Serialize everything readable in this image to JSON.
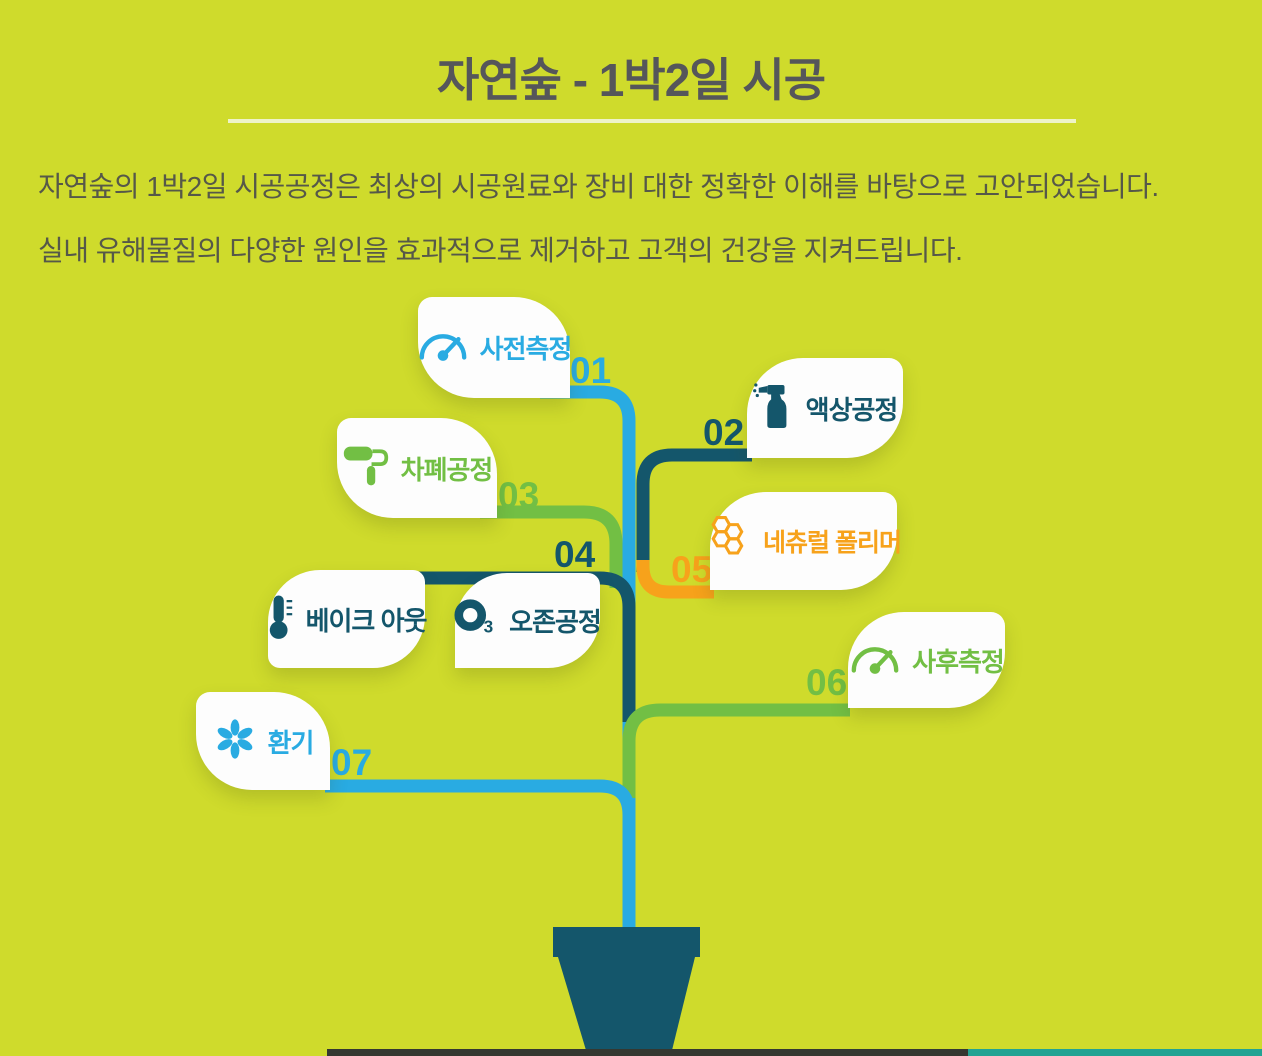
{
  "title": "자연숲 - 1박2일 시공",
  "description": {
    "line1": "자연숲의 1박2일 시공공정은 최상의 시공원료와 장비 대한 정확한 이해를 바탕으로 고안되었습니다.",
    "line2": "실내 유해물질의 다양한 원인을 효과적으로 제거하고 고객의 건강을 지켜드립니다."
  },
  "cards": [
    {
      "number": "01",
      "label": "사전측정",
      "icon": "gauge-icon",
      "color": "#29abe2"
    },
    {
      "number": "02",
      "label": "액상공정",
      "icon": "spray-bottle-icon",
      "color": "#14566b"
    },
    {
      "number": "03",
      "label": "차폐공정",
      "icon": "paint-roller-icon",
      "color": "#72bf44"
    },
    {
      "number": "04",
      "label": "베이크 아웃",
      "icon": "thermometer-icon",
      "color": "#14566b"
    },
    {
      "number": "",
      "label": "오존공정",
      "icon": "ozone-o3-icon",
      "color": "#14566b"
    },
    {
      "number": "05",
      "label": "네츄럴 폴리머",
      "icon": "honeycomb-icon",
      "color": "#f7a21b"
    },
    {
      "number": "06",
      "label": "사후측정",
      "icon": "gauge-icon",
      "color": "#72bf44"
    },
    {
      "number": "07",
      "label": "환기",
      "icon": "fan-icon",
      "color": "#29abe2"
    }
  ],
  "colors": {
    "background": "#cfdb2c",
    "blue": "#29abe2",
    "teal": "#14566b",
    "green": "#72bf44",
    "orange": "#f7a21b",
    "title_text": "#55565a",
    "body_text": "#565849",
    "card_background": "#fdfdfd",
    "pot": "#14566b",
    "bottom_bar_dark": "#343831",
    "bottom_bar_teal": "#22a393",
    "underline": "#eef3c8"
  }
}
